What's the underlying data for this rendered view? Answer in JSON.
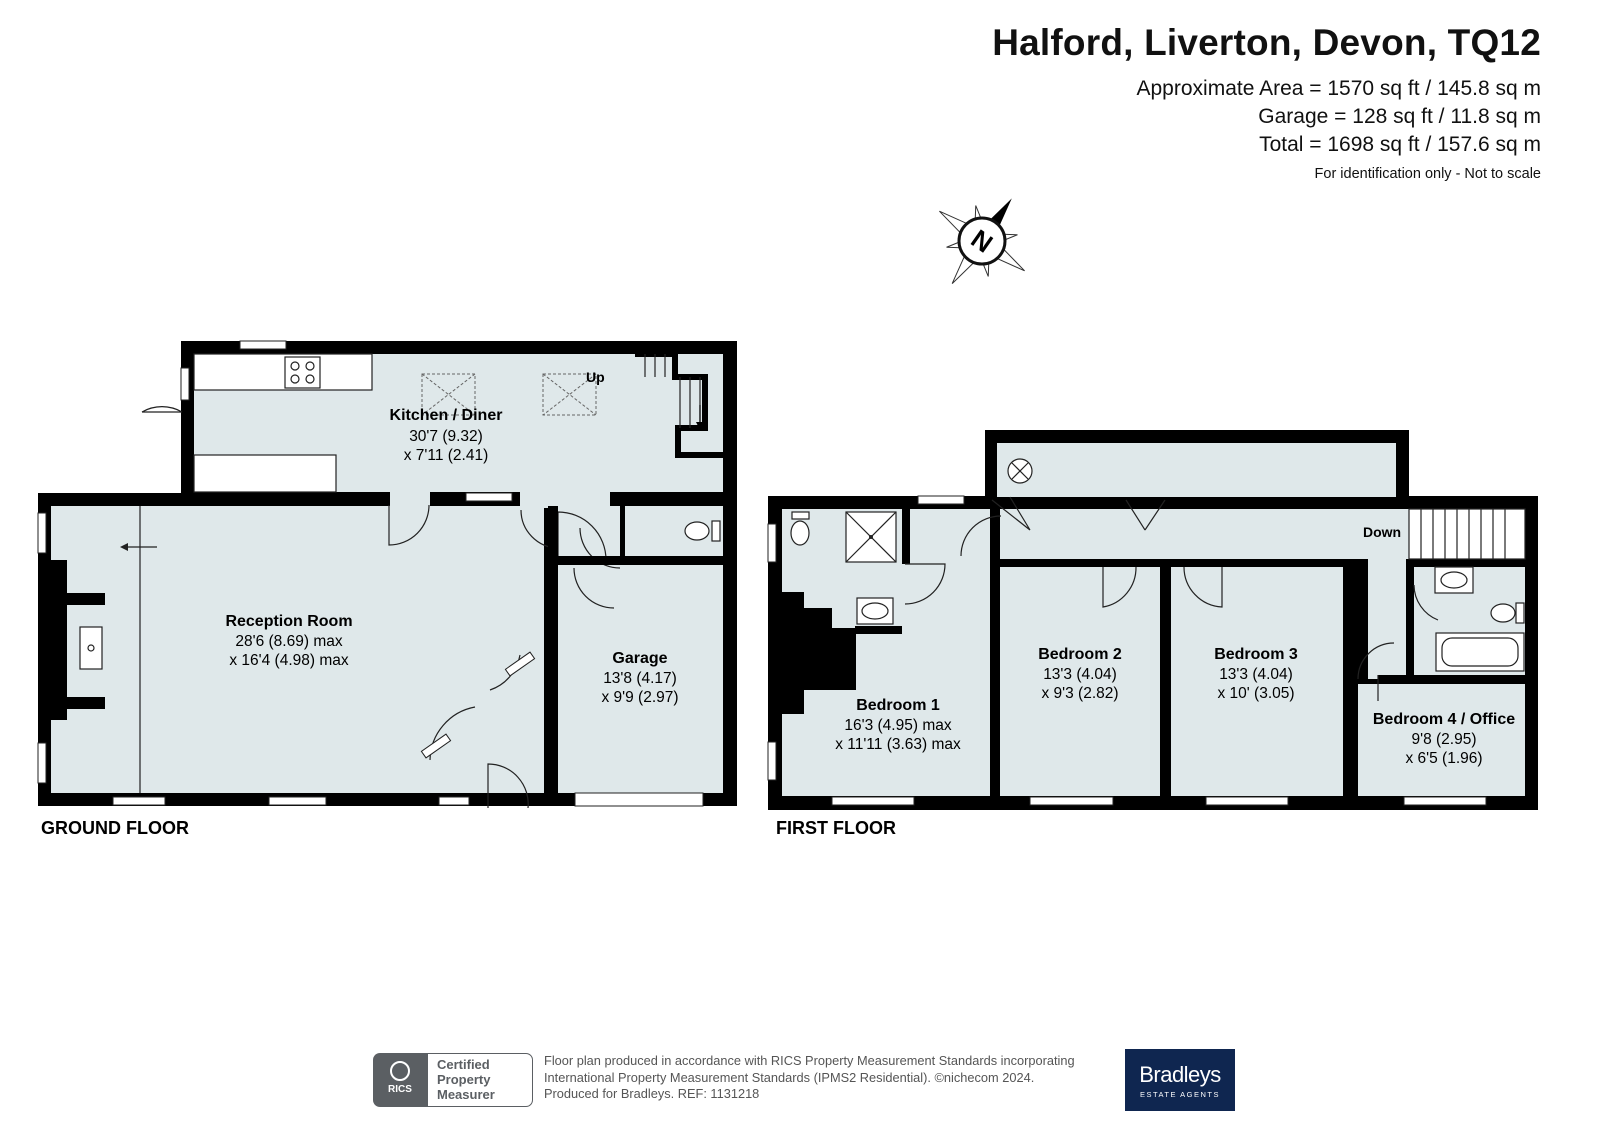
{
  "header": {
    "title": "Halford, Liverton, Devon, TQ12",
    "area_lines": [
      "Approximate Area = 1570 sq ft / 145.8 sq m",
      "Garage = 128 sq ft / 11.8 sq m",
      "Total = 1698 sq ft / 157.6 sq m"
    ],
    "note": "For identification only - Not to scale"
  },
  "compass": {
    "label": "N"
  },
  "ground_floor": {
    "label": "GROUND FLOOR",
    "stairs_label": "Up",
    "rooms": [
      {
        "name": "Kitchen / Diner",
        "dims": [
          "30'7 (9.32)",
          "x 7'11 (2.41)"
        ]
      },
      {
        "name": "Reception Room",
        "dims": [
          "28'6 (8.69) max",
          "x 16'4 (4.98) max"
        ]
      },
      {
        "name": "Garage",
        "dims": [
          "13'8 (4.17)",
          "x 9'9 (2.97)"
        ]
      }
    ]
  },
  "first_floor": {
    "label": "FIRST FLOOR",
    "stairs_label": "Down",
    "rooms": [
      {
        "name": "Bedroom 1",
        "dims": [
          "16'3 (4.95) max",
          "x 11'11 (3.63) max"
        ]
      },
      {
        "name": "Bedroom 2",
        "dims": [
          "13'3 (4.04)",
          "x 9'3 (2.82)"
        ]
      },
      {
        "name": "Bedroom 3",
        "dims": [
          "13'3 (4.04)",
          "x 10' (3.05)"
        ]
      },
      {
        "name": "Bedroom 4 / Office",
        "dims": [
          "9'8 (2.95)",
          "x 6'5 (1.96)"
        ]
      }
    ]
  },
  "footer": {
    "certification": {
      "logo_text": "RICS",
      "lines": [
        "Certified",
        "Property",
        "Measurer"
      ]
    },
    "text_lines": [
      "Floor plan produced in accordance with RICS Property Measurement Standards incorporating",
      "International Property Measurement Standards (IPMS2 Residential).  ©nichecom 2024.",
      "Produced for Bradleys.   REF:  1131218"
    ],
    "agent": {
      "name": "Bradleys",
      "tagline": "ESTATE AGENTS",
      "color": "#0f2650"
    }
  },
  "colors": {
    "room_fill": "#dfe8ea",
    "wall": "#000000"
  }
}
